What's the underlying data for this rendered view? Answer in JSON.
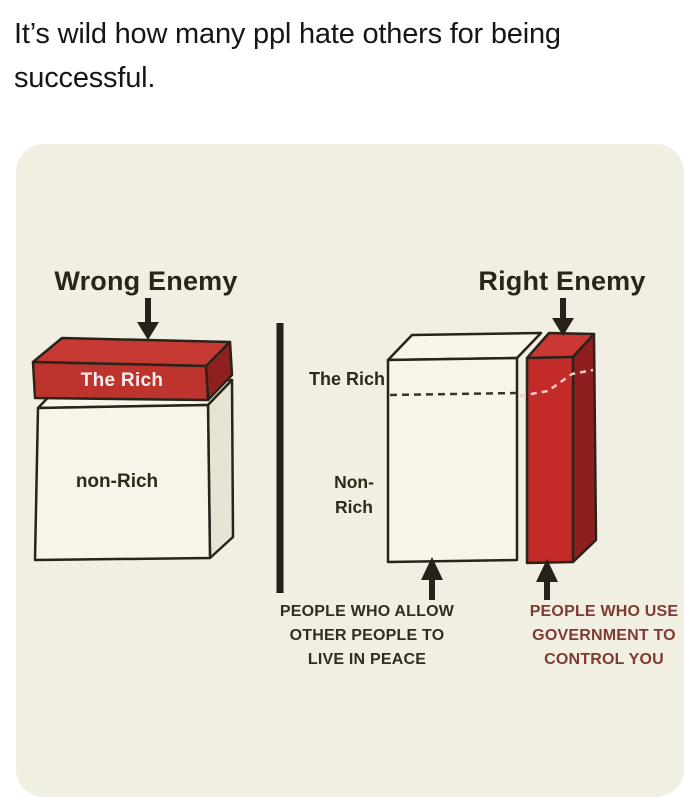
{
  "post": {
    "caption_lines": [
      "It’s wild how many ppl hate others for being",
      "successful."
    ]
  },
  "meme": {
    "left_panel": {
      "title": "Wrong Enemy",
      "rich_label": "The Rich",
      "nonrich_label": "non-Rich"
    },
    "right_panel": {
      "title": "Right Enemy",
      "rich_label": "The Rich",
      "nonrich_lines": [
        "Non-",
        "Rich"
      ],
      "white_box_caption_lines": [
        "PEOPLE WHO ALLOW",
        "OTHER PEOPLE TO",
        "LIVE IN PEACE"
      ],
      "red_box_caption_lines": [
        "PEOPLE WHO USE",
        "GOVERNMENT TO",
        "CONTROL YOU"
      ]
    },
    "colors": {
      "card_bg": "#f1efe2",
      "red_top": "#c73a34",
      "red_front": "#bd332e",
      "red_side": "#8e211f",
      "red_col_top": "#cb3833",
      "red_col_front": "#c22b29",
      "red_col_side": "#8f1f1e",
      "box_front": "#f7f5ea",
      "box_top": "#f8f6eb",
      "box_side": "#e7e4d4",
      "outline": "#29231a",
      "dashed_dark": "#3a332a",
      "dashed_light": "#f2cdc6",
      "caption_dark": "#332d1f",
      "caption_maroon": "#7e3b33"
    }
  }
}
